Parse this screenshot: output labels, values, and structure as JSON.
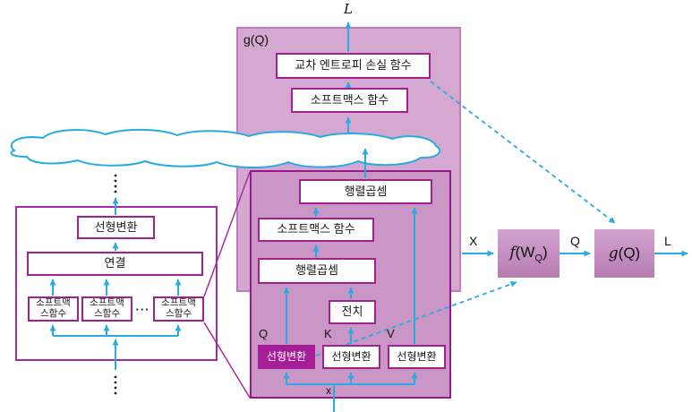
{
  "colors": {
    "arrow_blue": "#29abe2",
    "border_magenta": "#a0218f",
    "big_panel_fill": "#d5a8d1",
    "inner_panel_fill": "#c996c5",
    "highlight_box_fill": "#a51d97",
    "pipeline_box_fill": "#c491c0"
  },
  "top": {
    "loss_label": "L"
  },
  "gq_panel": {
    "title": "g(Q)",
    "cross_entropy": "교차 엔트로피 손실 함수",
    "softmax": "소프트맥스 함수"
  },
  "attention_panel": {
    "matmul_top": "행렬곱셈",
    "softmax": "소프트맥스 함수",
    "matmul_bottom": "행렬곱셈",
    "transpose": "전치",
    "q_label": "Q",
    "k_label": "K",
    "v_label": "V",
    "linear_q": "선형변환",
    "linear_k": "선형변환",
    "linear_v": "선형변환",
    "input_label": "x"
  },
  "multihead_panel": {
    "linear": "선형변환",
    "concat": "연결",
    "sm_line1": "소프트맥",
    "sm_line2": "스함수",
    "ellipsis": "···"
  },
  "pipeline": {
    "x_label": "X",
    "f_func": "f",
    "f_arg_open": "(W",
    "f_arg_sub": "Q",
    "f_arg_close": ")",
    "q_label": "Q",
    "g_func": "g",
    "g_arg": "(Q)",
    "l_label": "L"
  }
}
